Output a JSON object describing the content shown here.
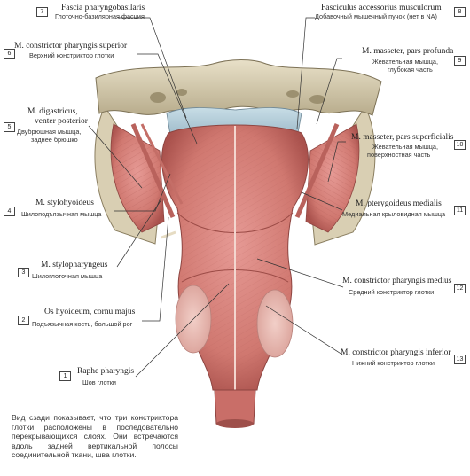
{
  "labels": [
    {
      "num": "7",
      "latin": "Fascia pharyngobasilaris",
      "rus": "Глоточно-базилярная фасция"
    },
    {
      "num": "8",
      "latin": "Fasciculus accessorius musculorum",
      "rus": "Добавочный мышечный пучок (нет в NA)"
    },
    {
      "num": "6",
      "latin": "M. constrictor pharyngis superior",
      "rus": "Верхний констриктор глотки"
    },
    {
      "num": "9",
      "latin": "M. masseter, pars profunda",
      "rus1": "Жевательная мышца,",
      "rus2": "глубокая часть"
    },
    {
      "num": "5",
      "latin1": "M. digastricus,",
      "latin2": "venter posterior",
      "rus1": "Двубрюшная мышца,",
      "rus2": "заднее брюшко"
    },
    {
      "num": "10",
      "latin": "M. masseter, pars superficialis",
      "rus1": "Жевательная мышца,",
      "rus2": "поверхностная часть"
    },
    {
      "num": "4",
      "latin": "M. stylohyoideus",
      "rus": "Шилоподъязычная мышца"
    },
    {
      "num": "11",
      "latin": "M. pterygoideus medialis",
      "rus": "Медиальная крыловидная мышца"
    },
    {
      "num": "3",
      "latin": "M. stylopharyngeus",
      "rus": "Шилоглоточная мышца"
    },
    {
      "num": "12",
      "latin": "M. constrictor pharyngis medius",
      "rus": "Средний констриктор глотки"
    },
    {
      "num": "2",
      "latin": "Os hyoideum, cornu majus",
      "rus": "Подъязычная кость, большой рог"
    },
    {
      "num": "13",
      "latin": "M. constrictor pharyngis inferior",
      "rus": "Нижний констриктор глотки"
    },
    {
      "num": "1",
      "latin": "Raphe pharyngis",
      "rus": "Шов глотки"
    }
  ],
  "caption": "Вид сзади показывает, что три констриктора глотки расположены в последовательно перекрывающихся слоях. Они встречаются вдоль задней вертикальной полосы соединительной ткани, шва глотки."
}
